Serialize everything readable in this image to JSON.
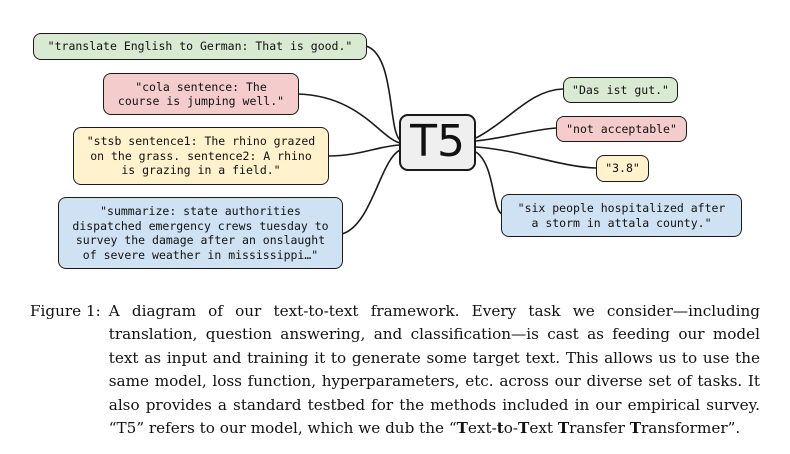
{
  "diagram": {
    "center_label": "T5",
    "inputs": [
      {
        "text": "\"translate English to German: That is good.\"",
        "color": "#d9ead3"
      },
      {
        "text": "\"cola sentence: The\ncourse is jumping well.\"",
        "color": "#f4cccc"
      },
      {
        "text": "\"stsb sentence1: The rhino grazed\non the grass. sentence2: A rhino\nis grazing in a field.\"",
        "color": "#fff2cc"
      },
      {
        "text": "\"summarize: state authorities\ndispatched emergency crews tuesday to\nsurvey the damage after an onslaught\nof severe weather in mississippi…\"",
        "color": "#cfe2f3"
      }
    ],
    "outputs": [
      {
        "text": "\"Das ist gut.\"",
        "color": "#d9ead3"
      },
      {
        "text": "\"not acceptable\"",
        "color": "#f4cccc"
      },
      {
        "text": "\"3.8\"",
        "color": "#fff2cc"
      },
      {
        "text": "\"six people hospitalized after\na storm in attala county.\"",
        "color": "#cfe2f3"
      }
    ]
  },
  "caption": {
    "label": "Figure 1:",
    "text_part1": "A diagram of our text-to-text framework. Every task we consider—including translation, question answering, and classification—is cast as feeding our model text as input and training it to generate some target text. This allows us to use the same model, loss function, hyperparameters, etc. across our diverse set of tasks. It also provides a standard testbed for the methods included in our empirical survey. “T5” refers to our model, which we dub the “",
    "name_T1": "T",
    "name_r1": "ext-",
    "name_t": "t",
    "name_r2": "o-",
    "name_T2": "T",
    "name_r3": "ext ",
    "name_T3": "T",
    "name_r4": "ransfer ",
    "name_T4": "T",
    "name_r5": "ransformer",
    "text_end": "”."
  }
}
